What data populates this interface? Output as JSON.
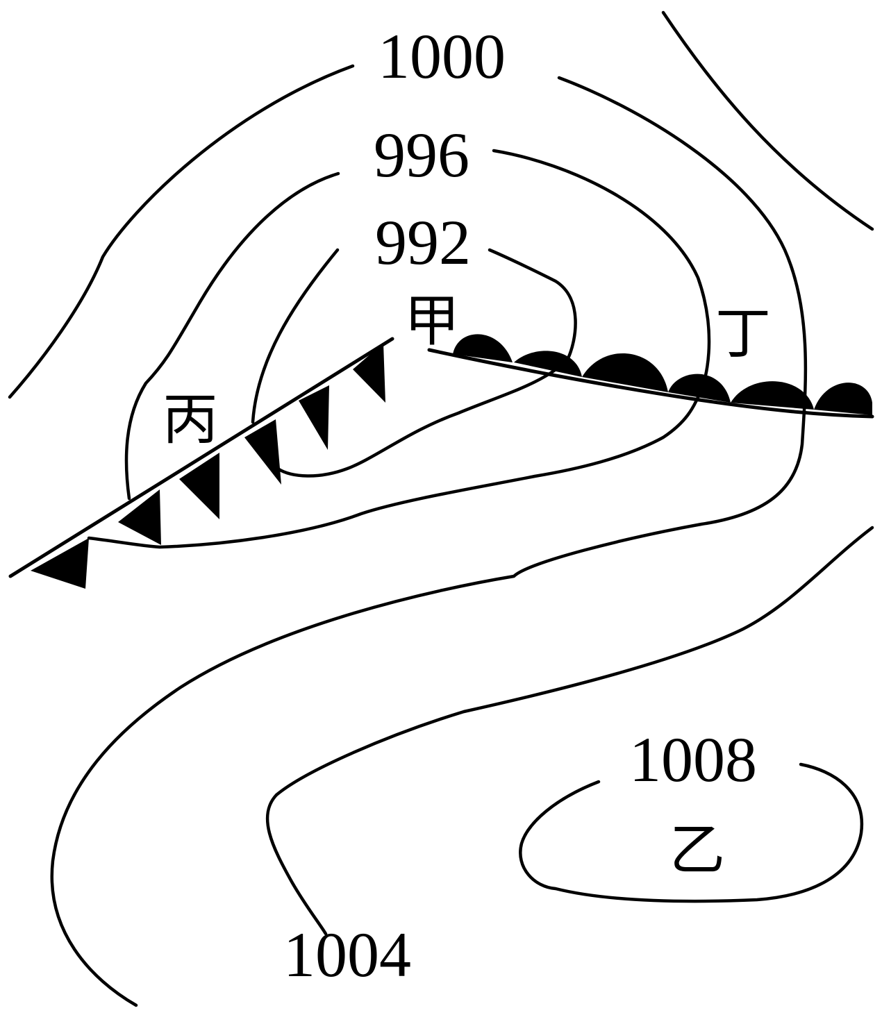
{
  "isobars": [
    {
      "id": "isobar-1000",
      "label": "1000"
    },
    {
      "id": "isobar-996",
      "label": "996"
    },
    {
      "id": "isobar-992",
      "label": "992"
    },
    {
      "id": "isobar-1004",
      "label": "1004"
    },
    {
      "id": "isobar-1008",
      "label": "1008"
    }
  ],
  "points": {
    "jia": "甲",
    "yi": "乙",
    "bing": "丙",
    "ding": "丁"
  },
  "fronts": [
    {
      "type": "cold-front"
    },
    {
      "type": "warm-front"
    }
  ],
  "colors": {
    "line": "#000000",
    "background": "#ffffff"
  }
}
